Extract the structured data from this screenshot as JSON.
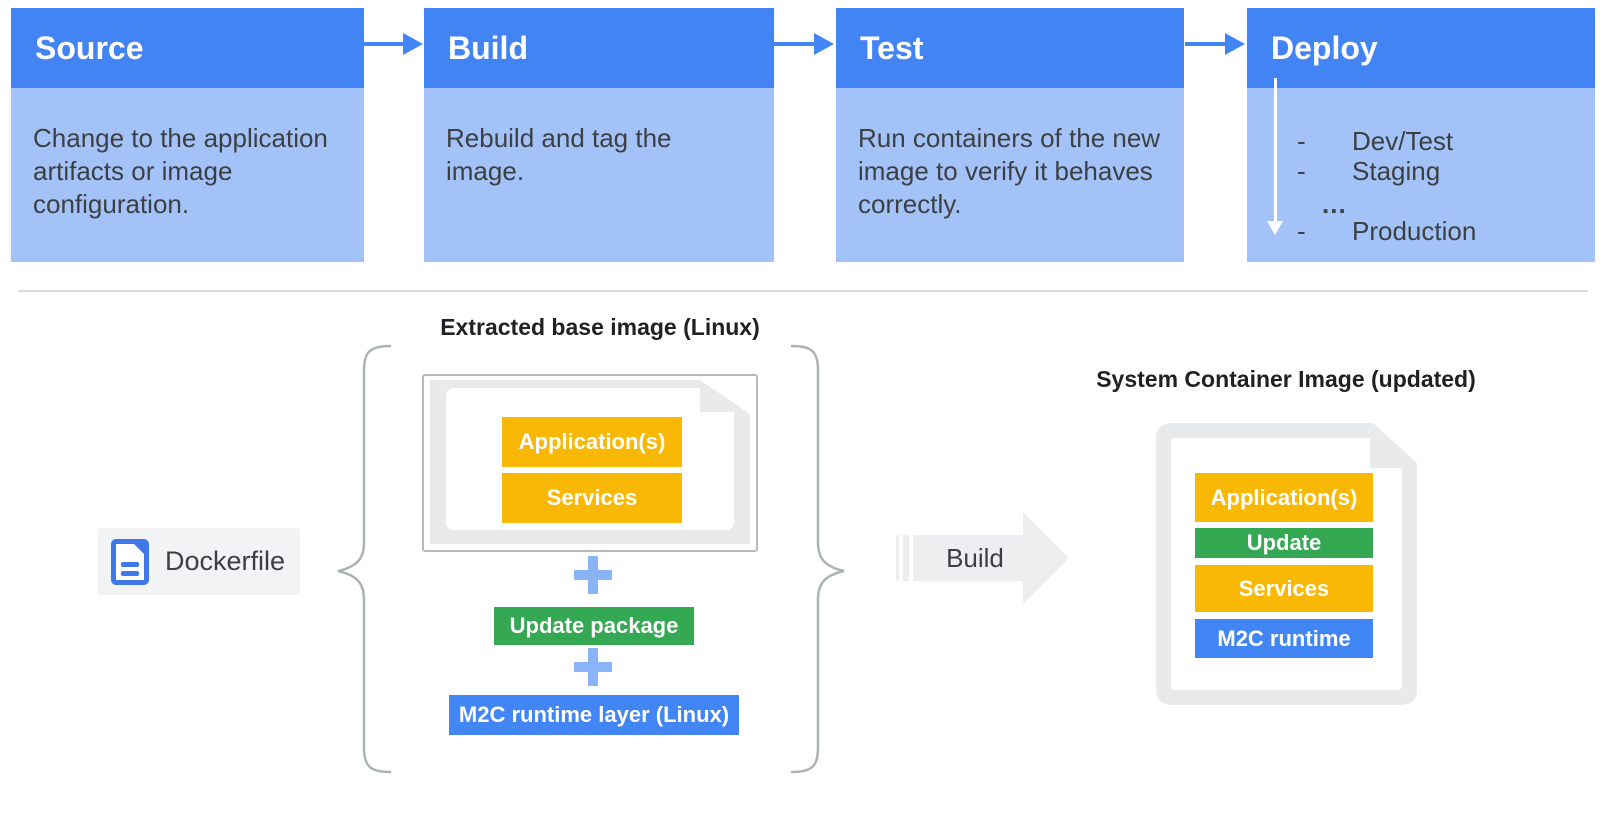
{
  "pipeline": {
    "stages": [
      {
        "title": "Source",
        "description": "Change to the application artifacts or image configuration."
      },
      {
        "title": "Build",
        "description": "Rebuild and tag the image."
      },
      {
        "title": "Test",
        "description": "Run containers of the new image to verify it behaves correctly."
      },
      {
        "title": "Deploy",
        "items": [
          {
            "bullet": "-",
            "label": "Dev/Test"
          },
          {
            "bullet": "-",
            "label": "Staging"
          },
          {
            "bullet": "",
            "label": "..."
          },
          {
            "bullet": "-",
            "label": "Production"
          }
        ]
      }
    ]
  },
  "base_image_group": {
    "title": "Extracted base image (Linux)",
    "document_layers": [
      "Application(s)",
      "Services"
    ],
    "plus_sign": "+",
    "update_package_label": "Update package",
    "runtime_layer_label": "M2C runtime layer (Linux)"
  },
  "dockerfile": {
    "label": "Dockerfile"
  },
  "build_step": {
    "label": "Build"
  },
  "result_image": {
    "title": "System Container Image (updated)",
    "layers": [
      {
        "label": "Application(s)",
        "color": "#F8B805"
      },
      {
        "label": "Update",
        "color": "#34A853"
      },
      {
        "label": "Services",
        "color": "#F8B805"
      },
      {
        "label": "M2C runtime",
        "color": "#4285F4"
      }
    ]
  },
  "icons": {
    "flow_arrow": "right-arrow-icon",
    "deploy_sequence": "down-arrow-icon",
    "plus": "plus-icon",
    "brace_left": "curly-brace-left-icon",
    "brace_right": "curly-brace-right-icon",
    "dockerfile_doc": "document-icon",
    "build_arrow": "big-right-arrow-icon",
    "container_doc": "container-image-document-icon"
  },
  "colors": {
    "stage_header_blue": "#4284F4",
    "stage_body_blue": "#A2C2F8",
    "accent_blue": "#4285F4",
    "plus_light_blue": "#8AB4F8",
    "yellow": "#F8B805",
    "green": "#34A853",
    "document_gray": "#E9EAEC",
    "build_arrow_gray": "#EEEEF0",
    "text_dark": "#3C4043"
  }
}
